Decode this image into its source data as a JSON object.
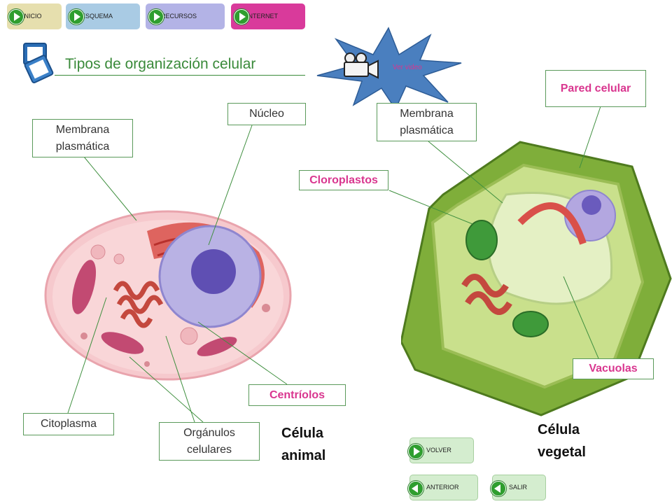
{
  "nav": [
    {
      "label": "INICIO",
      "color": "#e6dfae"
    },
    {
      "label": "ESQUEMA",
      "color": "#a9cbe4"
    },
    {
      "label": "RECURSOS",
      "color": "#b3b3e6"
    },
    {
      "label": "INTERNET",
      "color": "#d93a9b"
    }
  ],
  "title": "Tipos de organización celular",
  "video_link": "Ver video",
  "labels": {
    "membrana_animal": "Membrana plasmática",
    "nucleo": "Núcleo",
    "citoplasma": "Citoplasma",
    "organulos": "Orgánulos celulares",
    "centriolos": "Centríolos",
    "membrana_vegetal": "Membrana plasmática",
    "cloroplastos": "Cloroplastos",
    "pared": "Pared celular",
    "vacuolas": "Vacuolas"
  },
  "captions": {
    "animal": "Célula animal",
    "vegetal": "Célula vegetal"
  },
  "bottom": {
    "volver": "VOLVER",
    "anterior": "ANTERIOR",
    "salir": "SALIR"
  },
  "colors": {
    "accent_green": "#2f9e2f",
    "title_green": "#3a8a3a",
    "pink": "#d9368f",
    "burst_blue": "#4a7fbf"
  }
}
